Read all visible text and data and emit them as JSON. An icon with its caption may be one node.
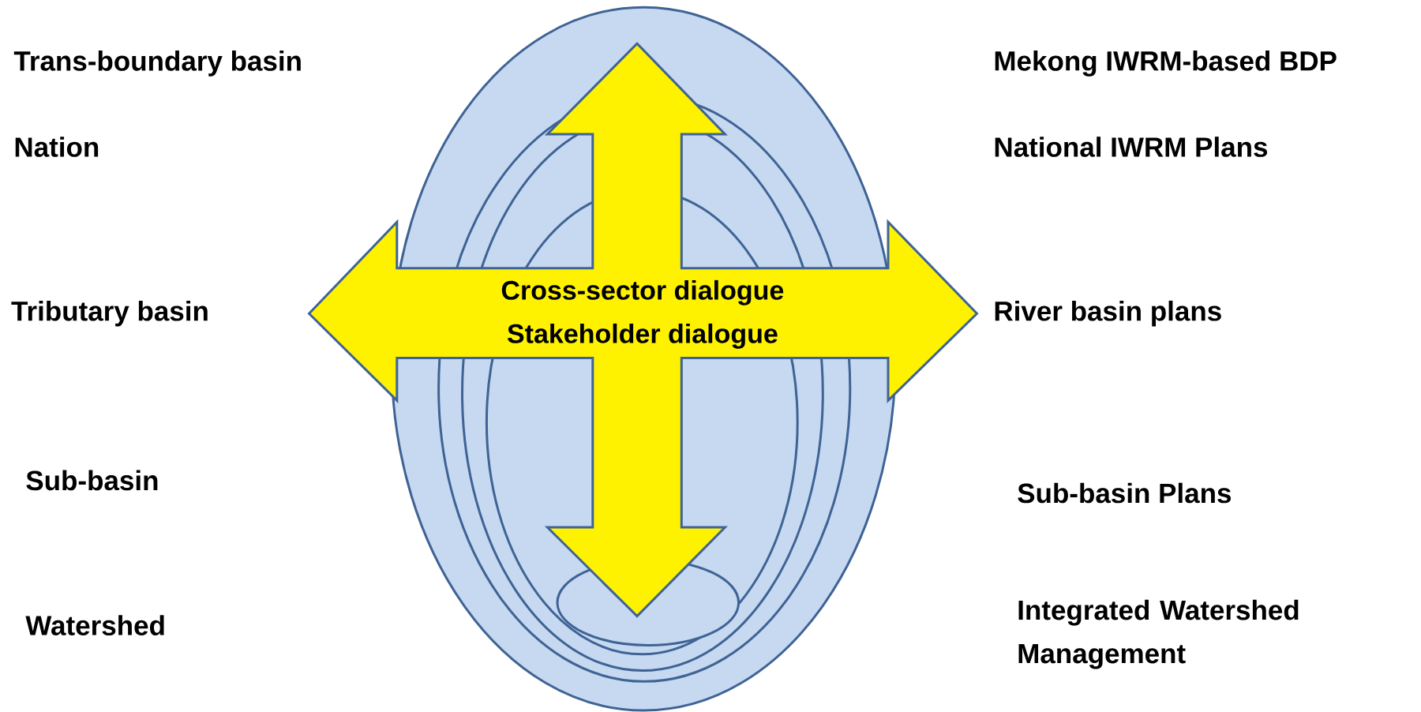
{
  "diagram": {
    "nodes": [
      {
        "text": [
          "Cross-sector dialogue",
          "Stakeholder dialogue"
        ]
      }
    ],
    "labels": [
      "Trans-boundary basin",
      "Mekong IWRM-based BDP",
      "Nation",
      "National IWRM Plans",
      "Tributary basin",
      "River basin plans",
      "Sub-basin",
      "Sub-basin Plans",
      "Watershed",
      "Integrated Watershed Management"
    ]
  }
}
